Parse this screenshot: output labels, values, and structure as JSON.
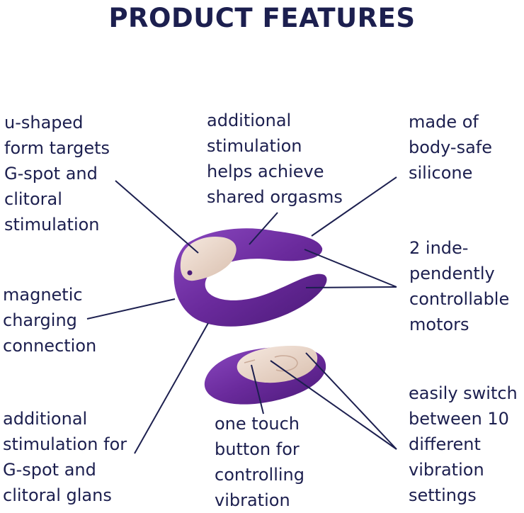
{
  "title": "PRODUCT FEATURES",
  "colors": {
    "text": "#1c1f4f",
    "lines": "#1c1f4f",
    "purple": "#6a2a9c",
    "purple_dark": "#4b1a78",
    "gold": "#e8d5c8"
  },
  "features": {
    "u_shaped": "u-shaped\nform targets\nG-spot and\nclitoral\nstimulation",
    "additional_stim": "additional\nstimulation\nhelps achieve\nshared orgasms",
    "silicone": "made of\nbody-safe\nsilicone",
    "motors": "2 inde-\npendently\ncontrollable\nmotors",
    "magnetic": "magnetic\ncharging\nconnection",
    "gspot_glans": "additional\nstimulation for\nG-spot and\nclitoral glans",
    "one_touch": "one touch\nbutton for\ncontrolling\nvibration",
    "switch_settings": "easily switch\nbetween 10\ndifferent\nvibration\nsettings"
  }
}
